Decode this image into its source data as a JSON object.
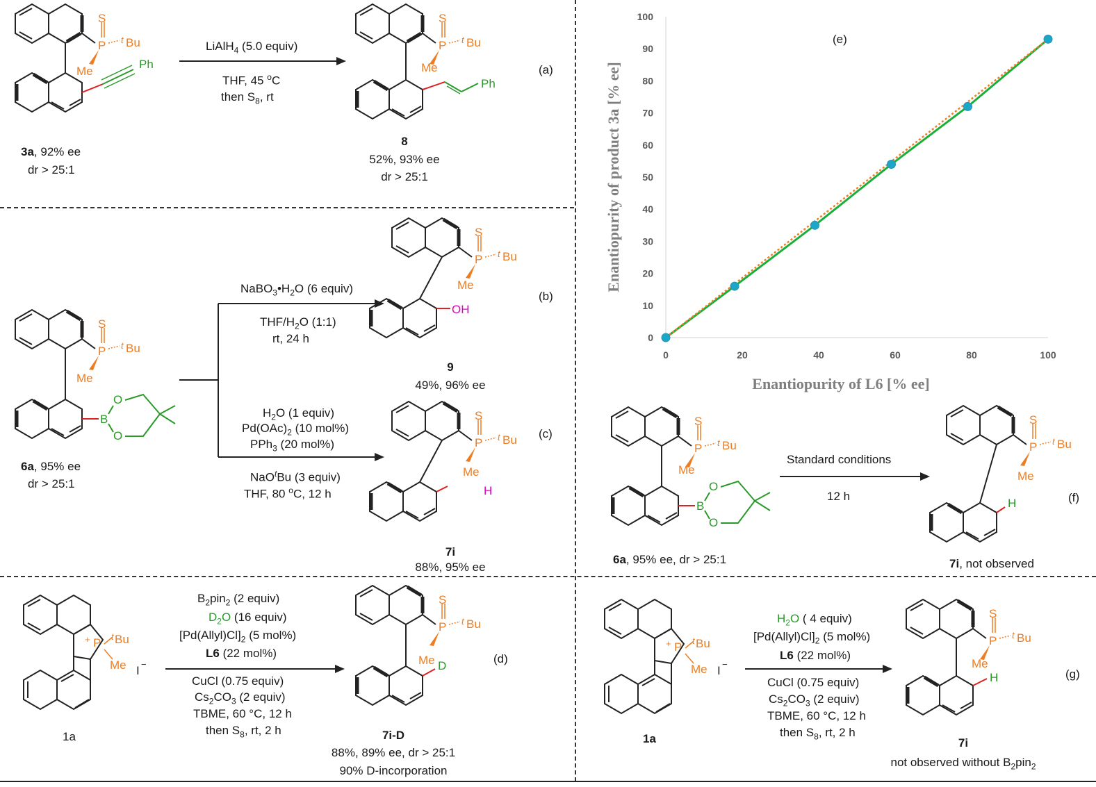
{
  "colors": {
    "phosphorus": "#ee7d22",
    "green": "#2a9a2a",
    "magenta": "#e000c8",
    "red_bond": "#e02020",
    "chart_line": "#1aae3a",
    "chart_fit": "#ee7d22",
    "chart_marker": "#1aa7c8"
  },
  "labels": {
    "S": "S",
    "P": "P",
    "tBu_t": "t",
    "tBu_rest": "Bu",
    "Me": "Me",
    "Ph": "Ph",
    "OH": "OH",
    "H": "H",
    "D": "D",
    "O": "O",
    "B": "B",
    "plus": "+",
    "iodide": "I",
    "minus": "−"
  },
  "panel_a": {
    "tag": "(a)",
    "conditions": [
      "LiAlH",
      "4",
      " (5.0 equiv)"
    ],
    "line2": "THF, 45 ",
    "line2_sup": "o",
    "line2_end": "C",
    "line3": "then S",
    "line3_sub": "8",
    "line3_end": ", rt",
    "sm_id": "3a",
    "sm_rest": ", 92% ee",
    "sm_dr": "dr > 25:1",
    "prod_id": "8",
    "prod_yield": "52%, 93% ee",
    "prod_dr": "dr > 25:1"
  },
  "panel_b": {
    "tag": "(b)",
    "reagent_a": "NaBO",
    "reagent_sub": "3",
    "reagent_b": "•H",
    "reagent_sub2": "2",
    "reagent_c": "O (6 equiv)",
    "solvent_a": "THF/H",
    "solvent_sub": "2",
    "solvent_b": "O (1:1)",
    "time": "rt, 24 h",
    "prod_id": "9",
    "prod_yield": "49%, 96% ee"
  },
  "panel_c": {
    "tag": "(c)",
    "l1a": "H",
    "l1sub": "2",
    "l1b": "O (1 equiv)",
    "l2a": "Pd(OAc)",
    "l2sub": "2",
    "l2b": " (10 mol%)",
    "l3a": "PPh",
    "l3sub": "3",
    "l3b": " (20 mol%)",
    "l4a": "NaO",
    "l4sup": "t",
    "l4b": "Bu (3 equiv)",
    "l5a": "THF, 80 ",
    "l5sup": "o",
    "l5b": "C, 12 h",
    "prod_id": "7i",
    "prod_yield": "88%, 95% ee"
  },
  "sm_6a": {
    "id": "6a",
    "rest": ", 95% ee",
    "dr": "dr > 25:1"
  },
  "panel_d": {
    "tag": "(d)",
    "l1a": "B",
    "l1sub": "2",
    "l1b": "pin",
    "l1sub2": "2",
    "l1c": " (2 equiv)",
    "l2a": "D",
    "l2sub": "2",
    "l2b": "O",
    "l2c": " (16 equiv)",
    "l3a": "[Pd(Allyl)Cl]",
    "l3sub": "2",
    "l3b": " (5 mol%)",
    "l4a": "L6",
    "l4b": " (22 mol%)",
    "l5": "CuCl (0.75 equiv)",
    "l6a": "Cs",
    "l6sub": "2",
    "l6b": "CO",
    "l6sub2": "3",
    "l6c": " (2 equiv)",
    "l7": "TBME, 60 °C, 12 h",
    "l8a": "then S",
    "l8sub": "8",
    "l8b": ", rt, 2 h",
    "sm_id": "1a",
    "prod_id": "7i-D",
    "prod_yield": "88%, 89% ee, dr > 25:1",
    "prod_d": "90% D-incorporation"
  },
  "panel_f": {
    "tag": "(f)",
    "above": "Standard conditions",
    "below": "12 h",
    "sm_id": "6a",
    "sm_rest": ", 95% ee, dr > 25:1",
    "prod_id": "7i",
    "prod_rest": ", not observed"
  },
  "panel_g": {
    "tag": "(g)",
    "l1a": "H",
    "l1sub": "2",
    "l1b": "O",
    "l1c": " ( 4 equiv)",
    "l2a": "[Pd(Allyl)Cl]",
    "l2sub": "2",
    "l2b": " (5 mol%)",
    "l3a": "L6",
    "l3b": " (22 mol%)",
    "l4": "CuCl (0.75 equiv)",
    "l5a": "Cs",
    "l5sub": "2",
    "l5b": "CO",
    "l5sub2": "3",
    "l5c": " (2 equiv)",
    "l6": "TBME, 60 °C, 12 h",
    "l7a": "then S",
    "l7sub": "8",
    "l7b": ", rt, 2 h",
    "sm_id": "1a",
    "prod_id": "7i",
    "prod_note_a": "not observed without B",
    "prod_note_sub": "2",
    "prod_note_b": "pin",
    "prod_note_sub2": "2"
  },
  "chart_data": {
    "type": "line",
    "tag": "(e)",
    "xlabel": "Enantiopurity of L6 [% ee]",
    "ylabel": "Enantiopurity of product 3a [% ee]",
    "xlim": [
      0,
      100
    ],
    "ylim": [
      0,
      100
    ],
    "xticks": [
      0,
      20,
      40,
      60,
      80,
      100
    ],
    "yticks": [
      0,
      10,
      20,
      30,
      40,
      50,
      60,
      70,
      80,
      90,
      100
    ],
    "grid": "none",
    "series": [
      {
        "x": [
          0,
          18,
          39,
          59,
          79,
          100
        ],
        "values": [
          0,
          16,
          35,
          54,
          72,
          93
        ]
      }
    ],
    "fit": {
      "x": [
        0,
        100
      ],
      "values": [
        0,
        93
      ]
    }
  }
}
